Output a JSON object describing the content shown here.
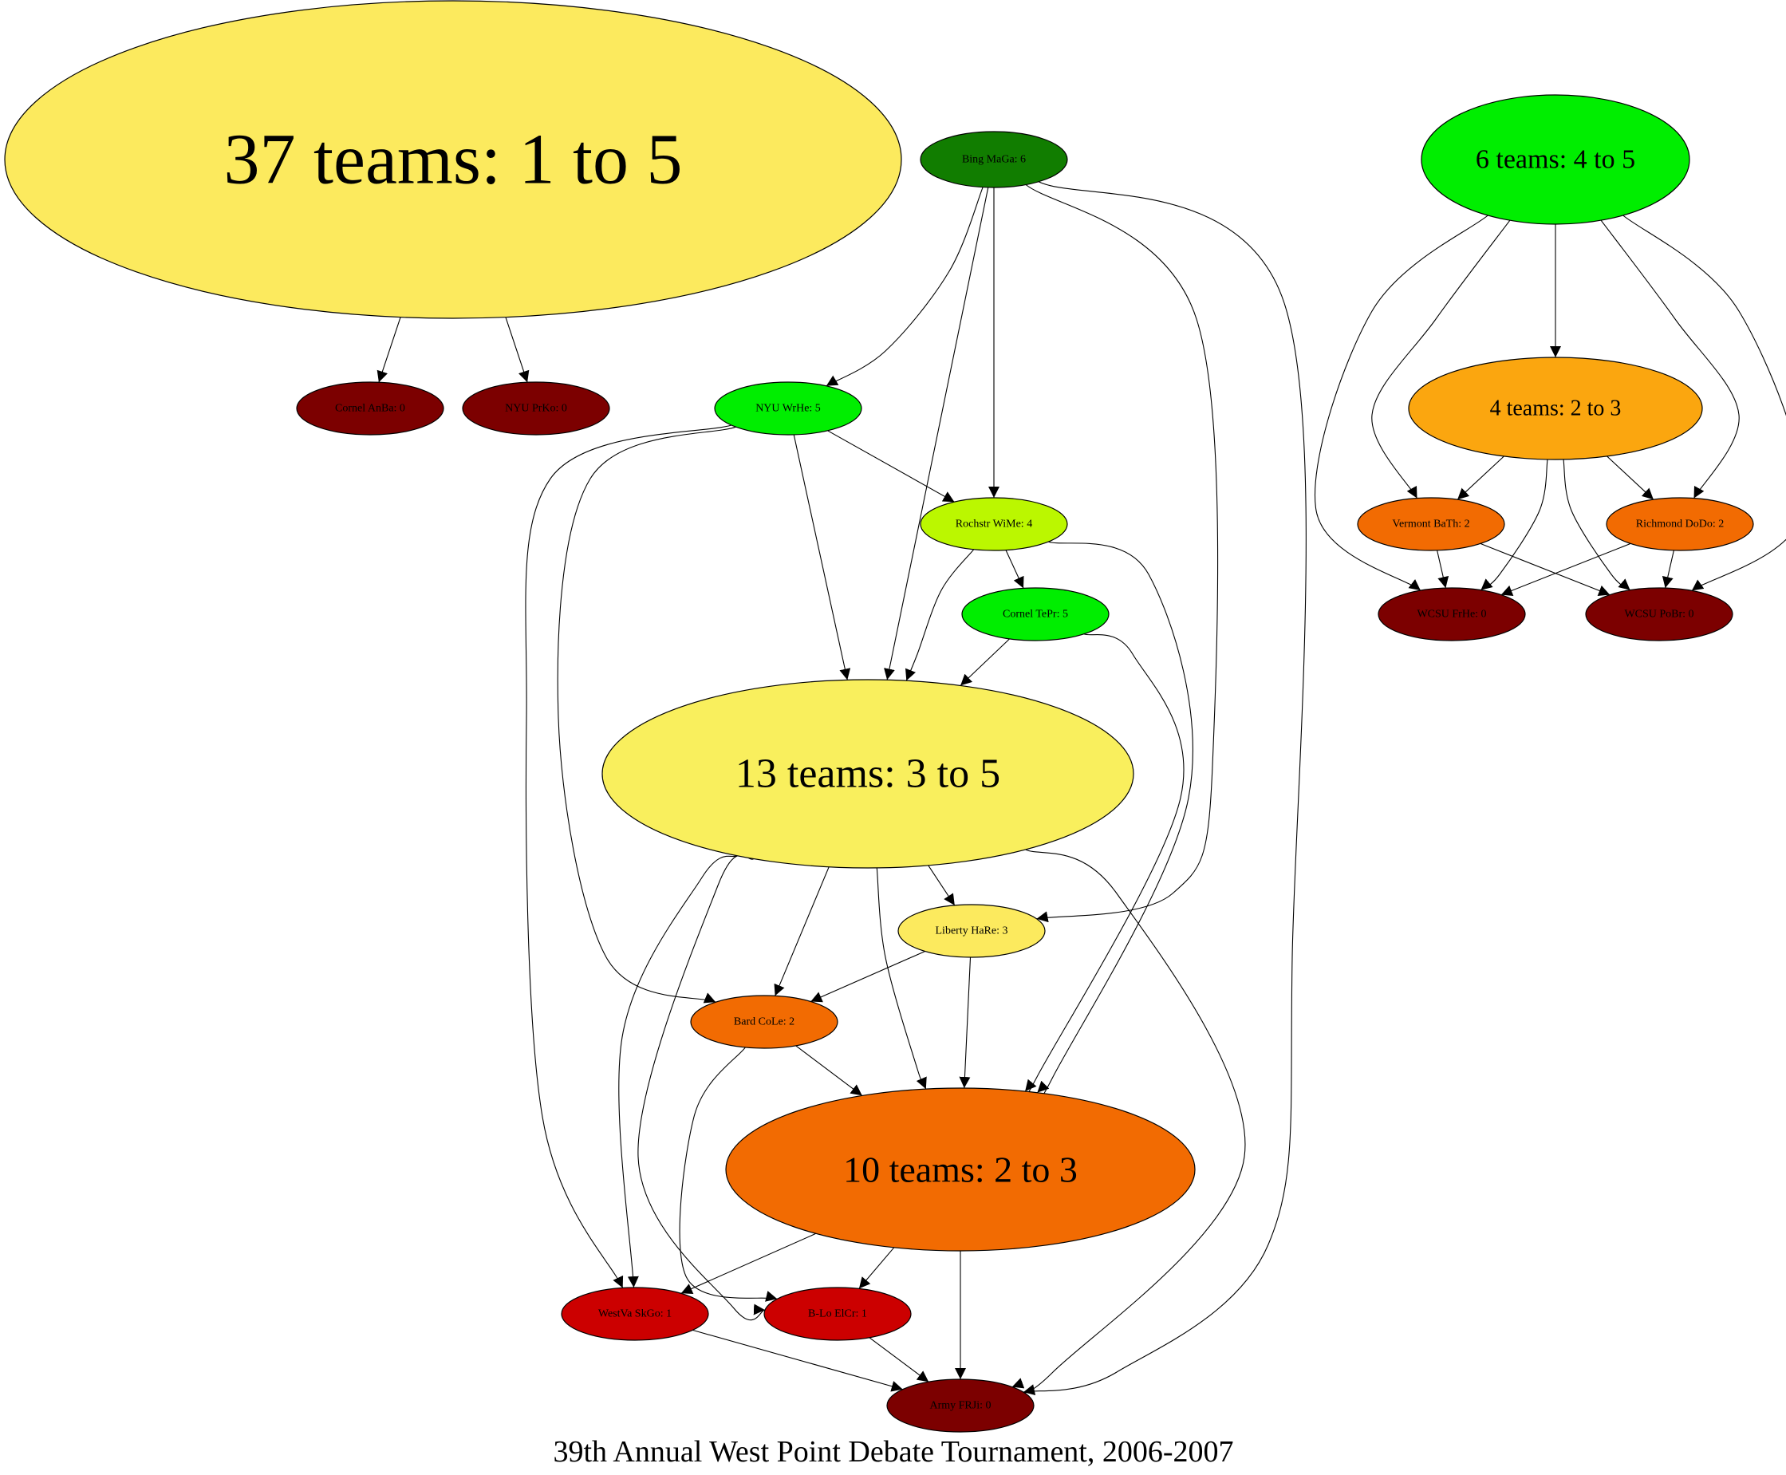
{
  "title": "39th Annual West Point Debate Tournament, 2006-2007",
  "colors": {
    "bright_green": "#00ee00",
    "dark_green": "#117d00",
    "lime": "#bbf700",
    "yellow": "#f9ef5d",
    "light_yellow": "#fcea5e",
    "orange": "#f26b02",
    "amber": "#fba60f",
    "red": "#cc0000",
    "dark_red": "#7c0000"
  },
  "nodes": [
    {
      "id": "n37",
      "label": "37 teams: 1 to 5",
      "color": "light_yellow"
    },
    {
      "id": "bing",
      "label": "Bing MaGa: 6",
      "color": "dark_green"
    },
    {
      "id": "n6",
      "label": "6 teams: 4 to 5",
      "color": "bright_green"
    },
    {
      "id": "cornelab",
      "label": "Cornel AnBa: 0",
      "color": "dark_red"
    },
    {
      "id": "nyuprko",
      "label": "NYU PrKo: 0",
      "color": "dark_red"
    },
    {
      "id": "nyuwrhe",
      "label": "NYU WrHe: 5",
      "color": "bright_green"
    },
    {
      "id": "n4",
      "label": "4 teams: 2 to 3",
      "color": "amber"
    },
    {
      "id": "rochstr",
      "label": "Rochstr WiMe: 4",
      "color": "lime"
    },
    {
      "id": "vermont",
      "label": "Vermont BaTh: 2",
      "color": "orange"
    },
    {
      "id": "richmond",
      "label": "Richmond DoDo: 2",
      "color": "orange"
    },
    {
      "id": "cornelte",
      "label": "Cornel TePr: 5",
      "color": "bright_green"
    },
    {
      "id": "wcsufrhe",
      "label": "WCSU FrHe: 0",
      "color": "dark_red"
    },
    {
      "id": "wcsupobr",
      "label": "WCSU PoBr: 0",
      "color": "dark_red"
    },
    {
      "id": "n13",
      "label": "13 teams: 3 to 5",
      "color": "yellow"
    },
    {
      "id": "liberty",
      "label": "Liberty HaRe: 3",
      "color": "light_yellow"
    },
    {
      "id": "bard",
      "label": "Bard CoLe: 2",
      "color": "orange"
    },
    {
      "id": "n10",
      "label": "10 teams: 2 to 3",
      "color": "orange"
    },
    {
      "id": "westva",
      "label": "WestVa SkGo: 1",
      "color": "red"
    },
    {
      "id": "blo",
      "label": "B-Lo ElCr: 1",
      "color": "red"
    },
    {
      "id": "army",
      "label": "Army FRJi: 0",
      "color": "dark_red"
    }
  ],
  "edges": [
    {
      "from": "n37",
      "to": "cornelab"
    },
    {
      "from": "n37",
      "to": "nyuprko"
    },
    {
      "from": "bing",
      "to": "nyuwrhe"
    },
    {
      "from": "bing",
      "to": "n13"
    },
    {
      "from": "bing",
      "to": "rochstr"
    },
    {
      "from": "bing",
      "to": "liberty"
    },
    {
      "from": "bing",
      "to": "army"
    },
    {
      "from": "n6",
      "to": "n4"
    },
    {
      "from": "n6",
      "to": "vermont"
    },
    {
      "from": "n6",
      "to": "richmond"
    },
    {
      "from": "n6",
      "to": "wcsufrhe"
    },
    {
      "from": "n6",
      "to": "wcsupobr"
    },
    {
      "from": "n4",
      "to": "vermont"
    },
    {
      "from": "n4",
      "to": "richmond"
    },
    {
      "from": "n4",
      "to": "wcsufrhe"
    },
    {
      "from": "n4",
      "to": "wcsupobr"
    },
    {
      "from": "vermont",
      "to": "wcsufrhe"
    },
    {
      "from": "vermont",
      "to": "wcsupobr"
    },
    {
      "from": "richmond",
      "to": "wcsufrhe"
    },
    {
      "from": "richmond",
      "to": "wcsupobr"
    },
    {
      "from": "nyuwrhe",
      "to": "rochstr"
    },
    {
      "from": "nyuwrhe",
      "to": "n13"
    },
    {
      "from": "nyuwrhe",
      "to": "bard"
    },
    {
      "from": "nyuwrhe",
      "to": "westva"
    },
    {
      "from": "rochstr",
      "to": "cornelte"
    },
    {
      "from": "rochstr",
      "to": "n13"
    },
    {
      "from": "rochstr",
      "to": "n10"
    },
    {
      "from": "cornelte",
      "to": "n13"
    },
    {
      "from": "cornelte",
      "to": "n10"
    },
    {
      "from": "n13",
      "to": "liberty"
    },
    {
      "from": "n13",
      "to": "bard"
    },
    {
      "from": "n13",
      "to": "n10"
    },
    {
      "from": "n13",
      "to": "westva"
    },
    {
      "from": "n13",
      "to": "blo"
    },
    {
      "from": "n13",
      "to": "army"
    },
    {
      "from": "liberty",
      "to": "bard"
    },
    {
      "from": "liberty",
      "to": "n10"
    },
    {
      "from": "bard",
      "to": "n10"
    },
    {
      "from": "bard",
      "to": "blo"
    },
    {
      "from": "n10",
      "to": "westva"
    },
    {
      "from": "n10",
      "to": "blo"
    },
    {
      "from": "n10",
      "to": "army"
    },
    {
      "from": "westva",
      "to": "army"
    },
    {
      "from": "blo",
      "to": "army"
    }
  ]
}
